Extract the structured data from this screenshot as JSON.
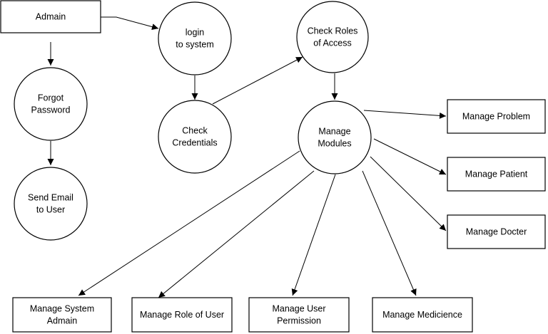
{
  "nodes": {
    "admain": {
      "lines": [
        "Admain"
      ]
    },
    "login": {
      "lines": [
        "login",
        "to system"
      ]
    },
    "check_roles": {
      "lines": [
        "Check Roles",
        "of Access"
      ]
    },
    "forgot_password": {
      "lines": [
        "Forgot",
        "Password"
      ]
    },
    "check_credentials": {
      "lines": [
        "Check",
        "Credentials"
      ]
    },
    "manage_modules": {
      "lines": [
        "Manage",
        "Modules"
      ]
    },
    "send_email": {
      "lines": [
        "Send Email",
        "to User"
      ]
    },
    "manage_problem": {
      "lines": [
        "Manage Problem"
      ]
    },
    "manage_patient": {
      "lines": [
        "Manage Patient"
      ]
    },
    "manage_docter": {
      "lines": [
        "Manage Docter"
      ]
    },
    "manage_system_admain": {
      "lines": [
        "Manage System",
        "Admain"
      ]
    },
    "manage_role_of_user": {
      "lines": [
        "Manage Role of User"
      ]
    },
    "manage_user_permission": {
      "lines": [
        "Manage User",
        "Permission"
      ]
    },
    "manage_medicience": {
      "lines": [
        "Manage Medicience"
      ]
    }
  },
  "edges": [
    {
      "from": "admain",
      "to": "login"
    },
    {
      "from": "admain",
      "to": "forgot_password"
    },
    {
      "from": "forgot_password",
      "to": "send_email"
    },
    {
      "from": "login",
      "to": "check_credentials"
    },
    {
      "from": "check_credentials",
      "to": "check_roles"
    },
    {
      "from": "check_roles",
      "to": "manage_modules"
    },
    {
      "from": "manage_modules",
      "to": "manage_problem"
    },
    {
      "from": "manage_modules",
      "to": "manage_patient"
    },
    {
      "from": "manage_modules",
      "to": "manage_docter"
    },
    {
      "from": "manage_modules",
      "to": "manage_system_admain"
    },
    {
      "from": "manage_modules",
      "to": "manage_role_of_user"
    },
    {
      "from": "manage_modules",
      "to": "manage_user_permission"
    },
    {
      "from": "manage_modules",
      "to": "manage_medicience"
    }
  ]
}
